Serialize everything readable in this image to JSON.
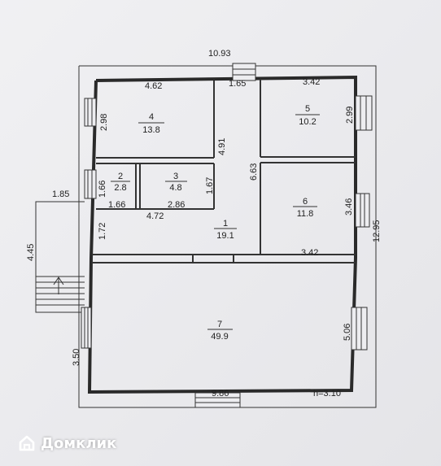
{
  "watermark": {
    "text": "Домклик",
    "icon": "house-logo-icon"
  },
  "plan": {
    "outer_dims": {
      "top": "10.93",
      "right": "12.95",
      "bottom": "9.86",
      "height_note": "h=3.10"
    },
    "rooms": [
      {
        "number": "1",
        "area": "19.1"
      },
      {
        "number": "2",
        "area": "2.8"
      },
      {
        "number": "3",
        "area": "4.8"
      },
      {
        "number": "4",
        "area": "13.8"
      },
      {
        "number": "5",
        "area": "10.2"
      },
      {
        "number": "6",
        "area": "11.8"
      },
      {
        "number": "7",
        "area": "49.9"
      }
    ],
    "dims": {
      "r4_w": "4.62",
      "corridor_w": "1.65",
      "r5_w": "3.42",
      "r4_h": "2.98",
      "r5_h": "2.99",
      "wall_r4": "4.91",
      "hall_h": "6.63",
      "r2_h": "1.66",
      "r3_h": "1.67",
      "r2_w": "1.66",
      "r3_w": "2.86",
      "hall_w": "4.72",
      "hall_left_h": "1.72",
      "r6_h": "3.46",
      "r6_w": "3.42",
      "r7_h": "5.06",
      "left_wall": "3.50",
      "porch_w": "1.85",
      "porch_h": "4.45"
    }
  }
}
